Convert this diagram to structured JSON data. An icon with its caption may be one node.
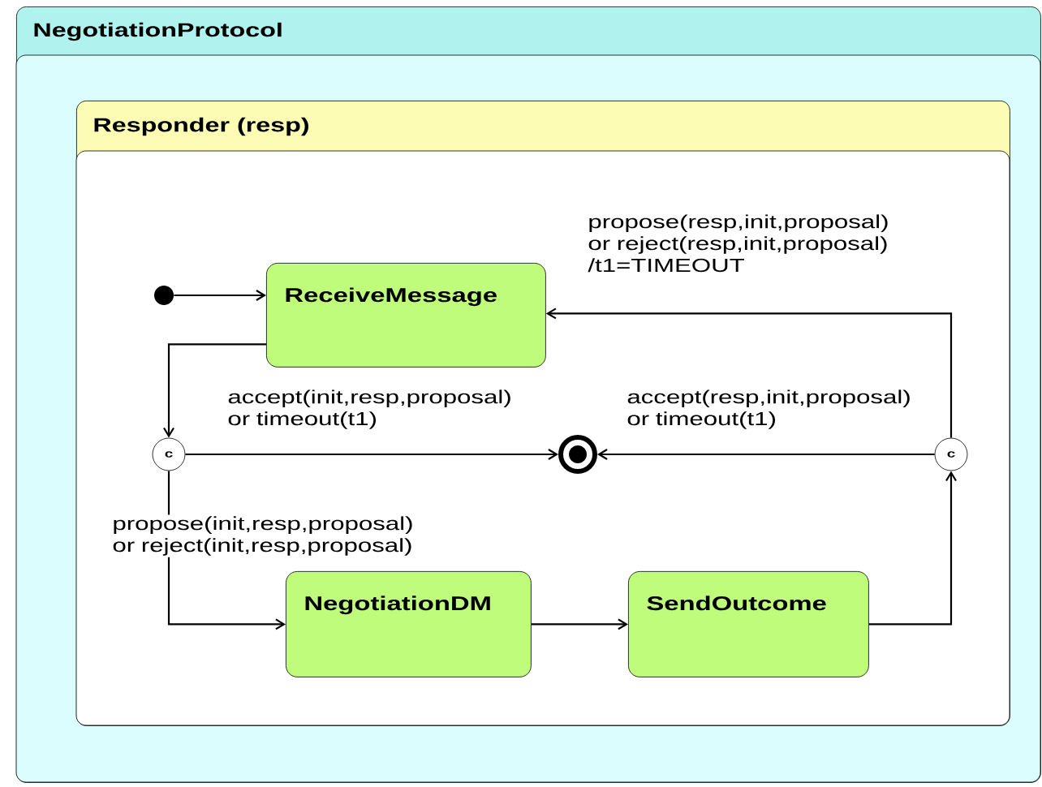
{
  "diagram": {
    "nodes": [
      {
        "text": [
          "NegotiationProtocol"
        ]
      },
      {
        "text": [
          "Responder (resp)"
        ],
        "in": 0
      },
      {
        "text": [],
        "shape": "circle",
        "in": 1
      },
      {
        "text": [
          "ReceiveMessage"
        ],
        "in": 1
      },
      {
        "text": [
          "c"
        ],
        "in": 1
      },
      {
        "text": [],
        "shape": "circle",
        "in": 1
      },
      {
        "text": [
          "c"
        ],
        "in": 1
      },
      {
        "text": [
          "NegotiationDM"
        ],
        "in": 1
      },
      {
        "text": [
          "SendOutcome"
        ],
        "in": 1
      }
    ],
    "edges": [
      {
        "from": 2,
        "to": 3,
        "arrow": "to"
      },
      {
        "from": 3,
        "to": 4,
        "arrow": "to"
      },
      {
        "from": 4,
        "to": 5,
        "arrow": "to",
        "label": "accept(init,resp,proposal) or timeout(t1)"
      },
      {
        "from": 6,
        "to": 5,
        "arrow": "to",
        "label": "accept(resp,init,proposal) or timeout(t1)"
      },
      {
        "from": 4,
        "to": 7,
        "arrow": "to",
        "label": "propose(init,resp,proposal) or reject(init,resp,proposal)"
      },
      {
        "from": 7,
        "to": 8,
        "arrow": "to"
      },
      {
        "from": 8,
        "to": 6,
        "arrow": "to"
      },
      {
        "from": 6,
        "to": 3,
        "arrow": "to",
        "label": "propose(resp,init,proposal) or reject(resp,init,proposal) /t1=TIMEOUT"
      }
    ]
  }
}
